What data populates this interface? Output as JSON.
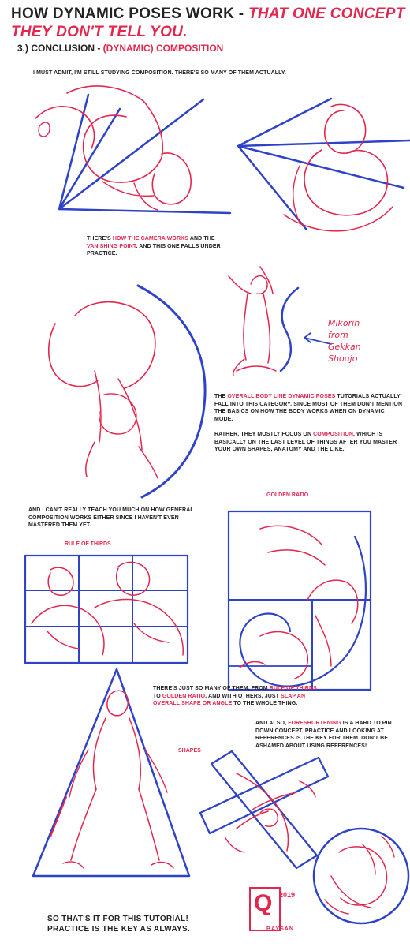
{
  "header": {
    "title_black": "HOW DYNAMIC POSES WORK - ",
    "title_red": "THAT ONE CONCEPT THEY DON'T TELL YOU.",
    "section": "3.) CONCLUSION - ",
    "section_red": "(DYNAMIC) COMPOSITION"
  },
  "notes": {
    "intro": "I MUST ADMIT, I'M STILL STUDYING COMPOSITION. THERE'S SO MANY OF THEM ACTUALLY.",
    "camera_1": "THERE'S ",
    "camera_red1": "HOW THE CAMERA WORKS",
    "camera_2": "AND THE ",
    "camera_red2": "VANISHING POINT",
    "camera_3": ". AND THIS ONE FALLS UNDER PRACTICE.",
    "overall_1": "THE ",
    "overall_red": "OVERALL BODY LINE DYNAMIC POSES",
    "overall_2": " TUTORIALS ACTUALLY FALL INTO THIS CATEGORY. SINCE MOST OF THEM DON'T MENTION THE BASICS ON HOW THE BODY WORKS WHEN ON DYNAMIC MODE.",
    "rather_1": "RATHER, THEY MOSTLY FOCUS ON ",
    "rather_red": "COMPOSITION",
    "rather_2": ", WHICH IS BASICALLY ON THE LAST LEVEL OF THINGS AFTER YOU MASTER YOUR OWN SHAPES, ANATOMY AND THE LIKE.",
    "teach": "AND I CAN'T REALLY TEACH YOU MUCH ON HOW GENERAL COMPOSITION WORKS EITHER SINCE I HAVEN'T EVEN MASTERED THEM YET.",
    "many_1": "THERE'S JUST SO MANY OF THEM, FROM ",
    "many_red1": "RULE OF THIRDS",
    "many_2": " TO ",
    "many_red2": "GOLDEN RATIO",
    "many_3": ", AND WITH OTHERS, JUST ",
    "many_red3": "SLAP AN OVERALL SHAPE OR ANGLE",
    "many_4": " TO THE WHOLE THING.",
    "fore_1": "AND ALSO, ",
    "fore_red": "FORESHORTENING",
    "fore_2": " IS A HARD TO PIN DOWN CONCEPT. PRACTICE AND LOOKING AT REFERENCES IS THE KEY FOR THEM. DON'T BE ASHAMED ABOUT USING REFERENCES!"
  },
  "labels": {
    "golden_ratio": "GOLDEN RATIO",
    "rule_of_thirds": "RULE OF THIRDS",
    "shapes": "SHAPES",
    "reference": "Mikorin\nfrom\nGekkan\nShoujo"
  },
  "footer": {
    "line1": "SO THAT'S IT FOR THIS TUTORIAL!",
    "line2": "PRACTICE IS THE KEY AS ALWAYS."
  },
  "signature": {
    "letter": "Q",
    "year": "2019",
    "name": "BAYSAN"
  },
  "colors": {
    "red": "#e2264d",
    "blue": "#2f43c8",
    "ink": "#222222"
  }
}
